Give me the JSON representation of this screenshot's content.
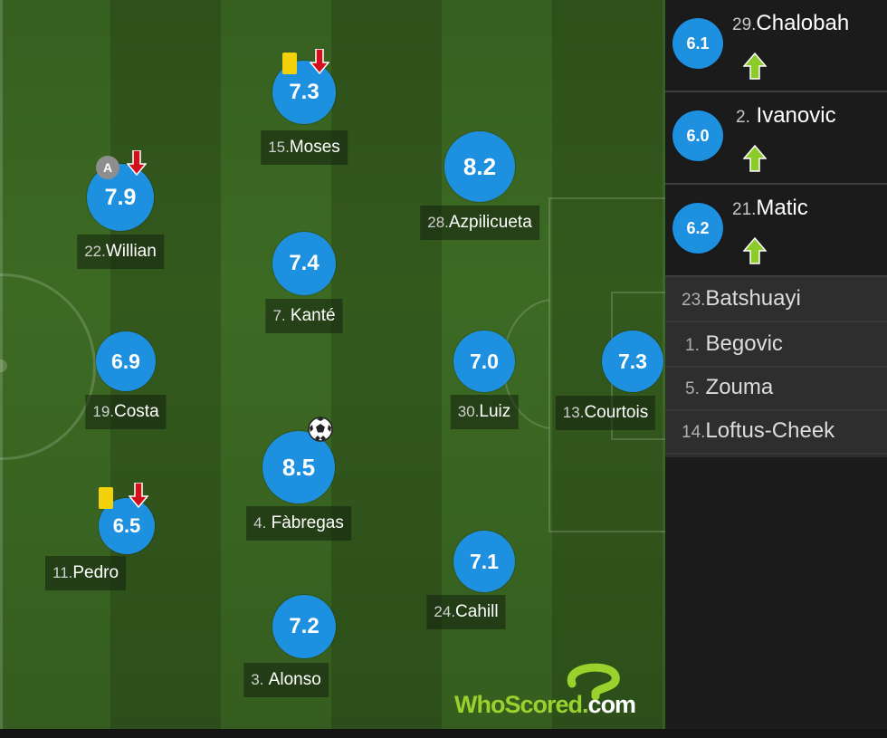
{
  "starters": [
    {
      "id": "moses",
      "number": "15.",
      "name": "Moses",
      "rating": "7.3",
      "yellow_card": true,
      "subbed_off": true
    },
    {
      "id": "willian",
      "number": "22.",
      "name": "Willian",
      "rating": "7.9",
      "captain": "A",
      "subbed_off": true
    },
    {
      "id": "azpilicueta",
      "number": "28.",
      "name": "Azpilicueta",
      "rating": "8.2"
    },
    {
      "id": "kante",
      "number": "7.",
      "name": "Kanté",
      "rating": "7.4"
    },
    {
      "id": "costa",
      "number": "19.",
      "name": "Costa",
      "rating": "6.9"
    },
    {
      "id": "luiz",
      "number": "30.",
      "name": "Luiz",
      "rating": "7.0"
    },
    {
      "id": "courtois",
      "number": "13.",
      "name": "Courtois",
      "rating": "7.3"
    },
    {
      "id": "fabregas",
      "number": "4.",
      "name": "Fàbregas",
      "rating": "8.5",
      "goal": true
    },
    {
      "id": "pedro",
      "number": "11.",
      "name": "Pedro",
      "rating": "6.5",
      "yellow_card": true,
      "subbed_off": true
    },
    {
      "id": "cahill",
      "number": "24.",
      "name": "Cahill",
      "rating": "7.1"
    },
    {
      "id": "alonso",
      "number": "3.",
      "name": "Alonso",
      "rating": "7.2"
    }
  ],
  "substitutes_used": [
    {
      "number": "29.",
      "name": "Chalobah",
      "rating": "6.1"
    },
    {
      "number": "2.",
      "name": "Ivanovic",
      "rating": "6.0"
    },
    {
      "number": "21.",
      "name": "Matic",
      "rating": "6.2"
    }
  ],
  "substitutes_unused": [
    {
      "number": "23.",
      "name": "Batshuayi"
    },
    {
      "number": "1.",
      "name": "Begovic"
    },
    {
      "number": "5.",
      "name": "Zouma"
    },
    {
      "number": "14.",
      "name": "Loftus-Cheek"
    }
  ],
  "branding": {
    "who": "Who",
    "scored": "Scored",
    "dot": ".",
    "com": "com"
  },
  "icons": {
    "card": "yellow-card-icon",
    "sub_off": "red-down-arrow-icon",
    "sub_on": "green-up-arrow-icon",
    "goal": "football-icon",
    "captain": "captain-badge-icon"
  },
  "colors": {
    "rating_bubble": "#1e90e0",
    "yellow_card": "#f3d20b",
    "sub_off_arrow": "#d0101a",
    "sub_on_arrow": "#8ccc2a",
    "brand_green": "#9ad12c"
  }
}
